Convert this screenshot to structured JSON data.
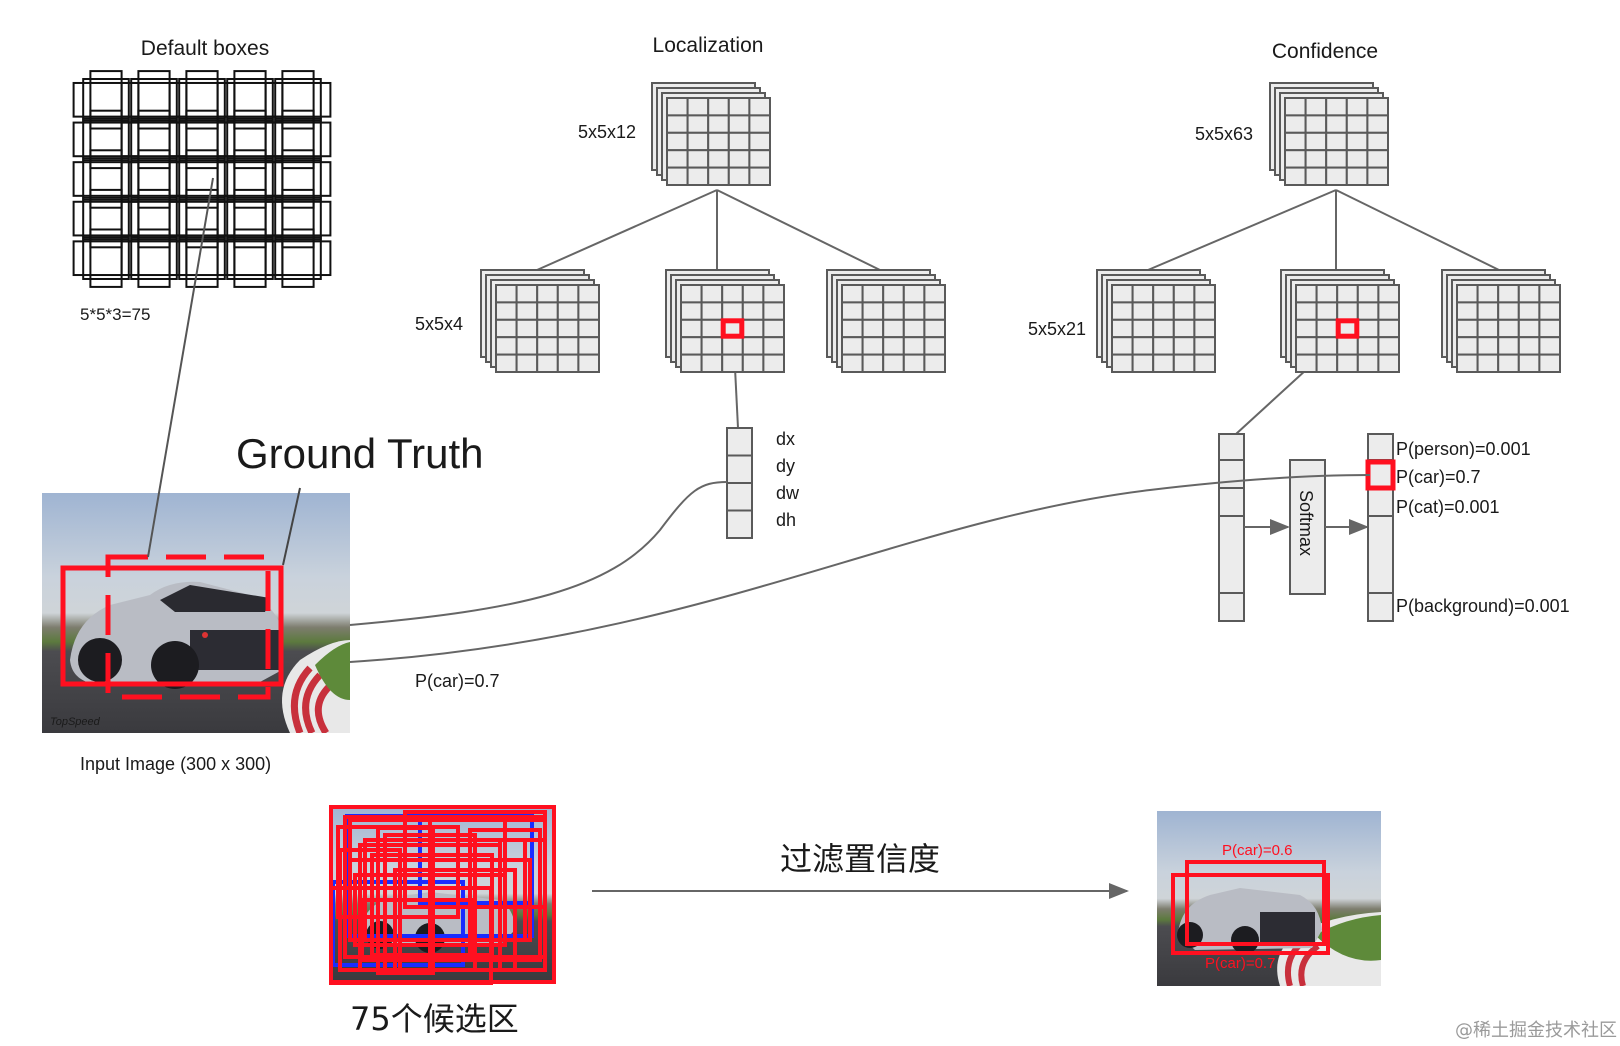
{
  "default_boxes": {
    "title": "Default boxes",
    "count_formula": "5*5*3=75",
    "grid": {
      "rows": 5,
      "cols": 5,
      "boxes_per_cell": 3
    }
  },
  "localization": {
    "title": "Localization",
    "root_label": "5x5x12",
    "branch_label": "5x5x4",
    "grid": {
      "rows": 5,
      "cols": 5
    },
    "branches": 3,
    "highlight_cell": {
      "row": 2,
      "col": 2,
      "branch": 1
    },
    "vector_labels": [
      "dx",
      "dy",
      "dw",
      "dh"
    ]
  },
  "confidence": {
    "title": "Confidence",
    "root_label": "5x5x63",
    "branch_label": "5x5x21",
    "grid": {
      "rows": 5,
      "cols": 5
    },
    "branches": 3,
    "highlight_cell": {
      "row": 2,
      "col": 2,
      "branch": 1
    },
    "softmax_label": "Softmax",
    "class_probs": [
      {
        "label": "P(person)=0.001",
        "slot": 0
      },
      {
        "label": "P(car)=0.7",
        "slot": 1,
        "highlight": true
      },
      {
        "label": "P(cat)=0.001",
        "slot": 2
      },
      {
        "label": "P(background)=0.001",
        "slot": 6
      }
    ]
  },
  "input": {
    "ground_truth_label": "Ground Truth",
    "caption": "Input Image (300 x 300)",
    "prediction_label": "P(car)=0.7",
    "watermark_in_photo": "TopSpeed"
  },
  "bottom": {
    "candidates_caption": "75个候选区",
    "arrow_label": "过滤置信度",
    "result_boxes": [
      {
        "label": "P(car)=0.6",
        "position": "top"
      },
      {
        "label": "P(car)=0.7",
        "position": "bottom"
      }
    ]
  },
  "colors": {
    "highlight_red": "#ff1020",
    "candidate_blue": "#1a2cff",
    "grid_fill": "#ececec",
    "grid_stroke": "#5a5a5a",
    "connector": "#666666"
  },
  "watermark": "@稀土掘金技术社区"
}
